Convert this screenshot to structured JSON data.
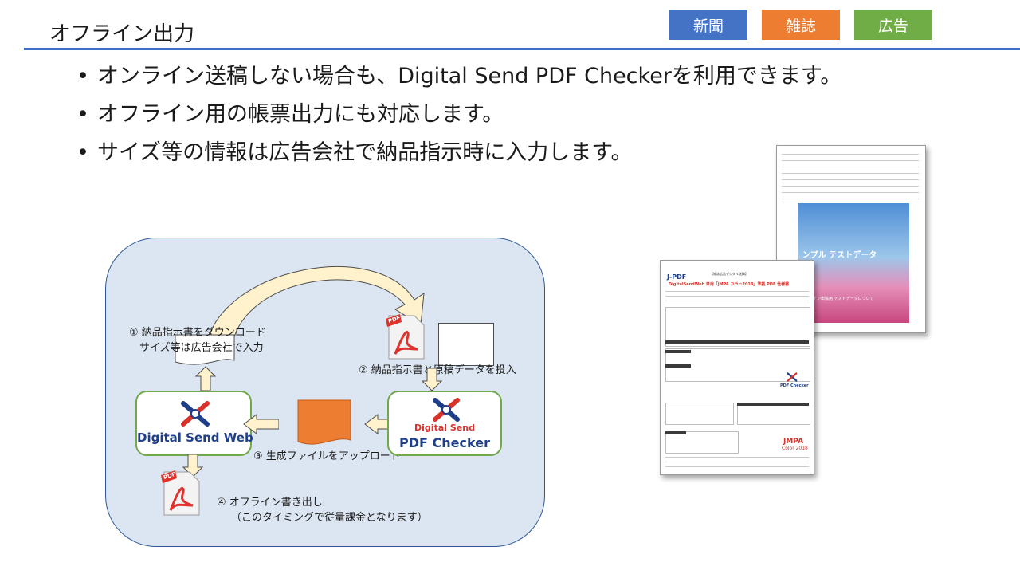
{
  "header": {
    "title": "オフライン出力",
    "tags": [
      {
        "label": "新聞",
        "color": "#4472c4"
      },
      {
        "label": "雑誌",
        "color": "#ed7d31"
      },
      {
        "label": "広告",
        "color": "#70ad47"
      }
    ]
  },
  "bullets": [
    "オンライン送稿しない場合も、Digital Send PDF Checkerを利用できます。",
    "オフライン用の帳票出力にも対応します。",
    "サイズ等の情報は広告会社で納品指示時に入力します。"
  ],
  "diagram": {
    "web_module": {
      "word1": "Digital",
      "word2": "Send",
      "word3": "Web"
    },
    "checker_module": {
      "line1": "Digital Send",
      "line2": "PDF Checker"
    },
    "steps": {
      "step1_line1": "① 納品指示書をダウンロード",
      "step1_line2": "サイズ等は広告会社で入力",
      "step2": "② 納品指示書と原稿データを投入",
      "step3": "③ 生成ファイルをアップロード",
      "step4_line1": "④ オフライン書き出し",
      "step4_line2": "（このタイミングで従量課金となります）"
    },
    "pdf_badge": "PDF"
  },
  "documents": {
    "back_doc": {
      "banner_text": "ンプル テストデータ",
      "banner_sub": "オフライン出稿用  テストデータについて"
    },
    "front_doc": {
      "logo": "J-PDF",
      "heading": "DigitalSendWeb 専用「JMPA カラー2018」準拠 PDF 仕様書",
      "sub": "【雑誌広告デジタル送稿】",
      "badge_line1": "JMPA",
      "badge_line2": "Color 2018",
      "checker_mark": "PDF Checker"
    }
  },
  "colors": {
    "accent_blue": "#3b6ec2",
    "diagram_bg": "#dce6f2",
    "module_border": "#6fa94a",
    "arrow_fill": "#fff2cc",
    "file_orange": "#ed7d31",
    "pdf_red": "#e0322d"
  }
}
